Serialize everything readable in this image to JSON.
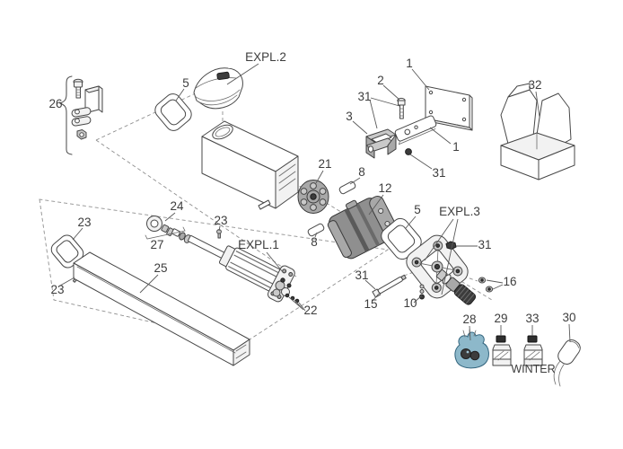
{
  "diagram": {
    "type": "exploded-parts-diagram",
    "colors": {
      "background": "#ffffff",
      "line": "#474747",
      "label": "#3d3d3d",
      "bag": "#8db8ca",
      "bag_stroke": "#33657e",
      "motor": "#8f8f8f",
      "dark": "#2e2e2e"
    },
    "labels": {
      "l26": "26",
      "expl2": "EXPL.2",
      "l5a": "5",
      "l2": "2",
      "l31a": "31",
      "l3": "3",
      "l1a": "1",
      "l1b": "1",
      "l31b": "31",
      "l32": "32",
      "l21": "21",
      "l8a": "8",
      "l12": "12",
      "l5b": "5",
      "expl3": "EXPL.3",
      "l31c": "31",
      "l16": "16",
      "l23a": "23",
      "l24": "24",
      "l27": "27",
      "expl1": "EXPL.1",
      "l8b": "8",
      "l31d": "31",
      "l15": "15",
      "l10": "10",
      "l23b": "23",
      "l23c": "23",
      "l25": "25",
      "l22": "22",
      "l28": "28",
      "l29": "29",
      "l33": "33",
      "l30": "30",
      "winter": "WINTER"
    }
  }
}
